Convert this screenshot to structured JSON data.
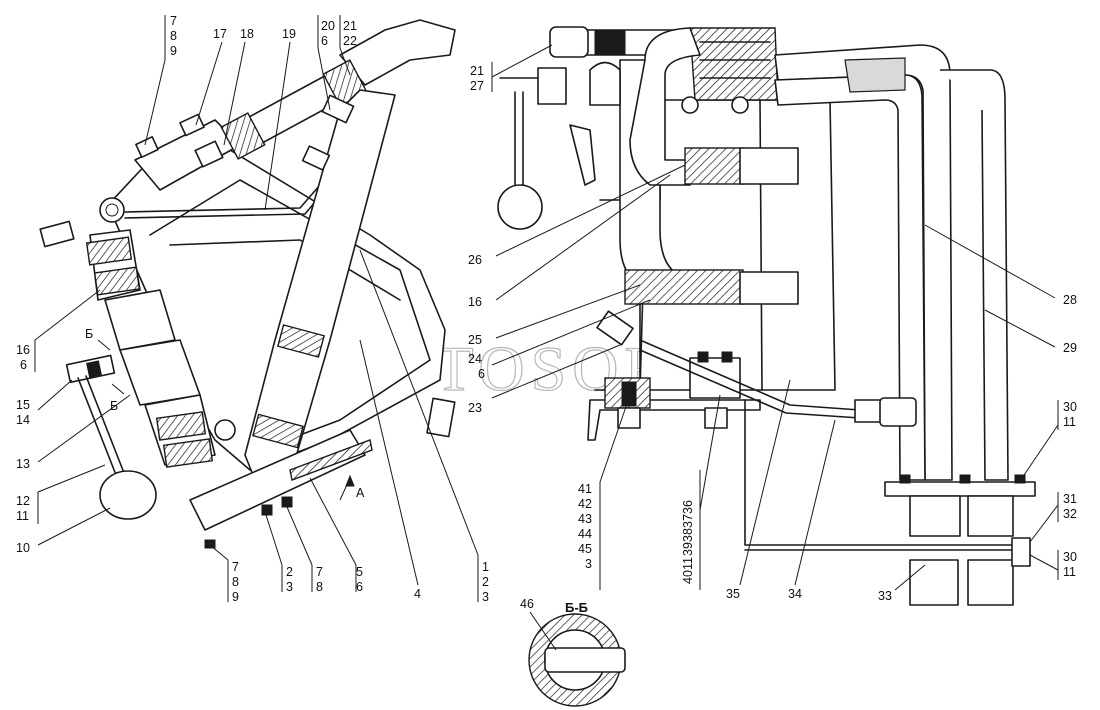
{
  "watermark": "AUTOSOFT",
  "view_arrow_label": "A",
  "section_label": "Б-Б",
  "section_marker": "Б",
  "labels": {
    "l7a": "7",
    "l8a": "8",
    "l9a": "9",
    "l17": "17",
    "l18": "18",
    "l19": "19",
    "l20": "20",
    "l6a": "6",
    "l21": "21",
    "l22": "22",
    "l16a": "16",
    "l6b": "6",
    "l15": "15",
    "l14": "14",
    "l13": "13",
    "l12": "12",
    "l11a": "11",
    "l10": "10",
    "l7b": "7",
    "l8b": "8",
    "l9b": "9",
    "l2a": "2",
    "l3a": "3",
    "l7c": "7",
    "l8c": "8",
    "l5": "5",
    "l6c": "6",
    "l4": "4",
    "l1": "1",
    "l2b": "2",
    "l3b": "3",
    "l21b": "21",
    "l27": "27",
    "l26": "26",
    "l16b": "16",
    "l25": "25",
    "l24": "24",
    "l6d": "6",
    "l23": "23",
    "l28": "28",
    "l29": "29",
    "l30a": "30",
    "l11b": "11",
    "l31": "31",
    "l32": "32",
    "l30b": "30",
    "l11c": "11",
    "l41": "41",
    "l42": "42",
    "l43": "43",
    "l44": "44",
    "l45": "45",
    "l3c": "3",
    "l36": "36",
    "l37": "37",
    "l38": "38",
    "l39": "39",
    "l11d": "11",
    "l40": "40",
    "l35": "35",
    "l34": "34",
    "l33": "33",
    "l46": "46"
  }
}
